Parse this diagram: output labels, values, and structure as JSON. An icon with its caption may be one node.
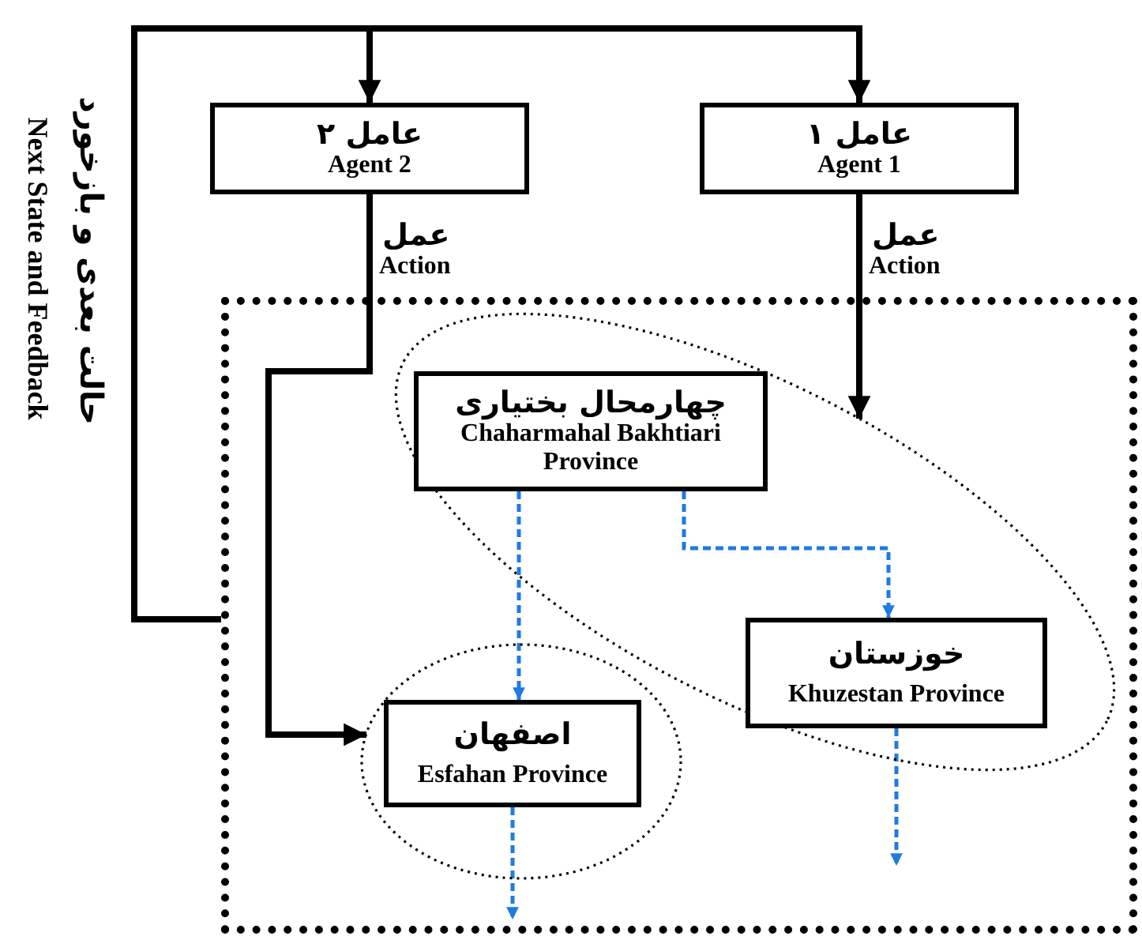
{
  "diagram": {
    "nodes": [
      {
        "text": [],
        "shape": "box"
      },
      {
        "text": [
          "عامل ۲",
          "Agent 2"
        ]
      },
      {
        "text": [
          "عامل ۱",
          "Agent 1"
        ]
      },
      {
        "text": [],
        "shape": "ellipse",
        "in": 0
      },
      {
        "text": [
          "چهارمحال بختیاری",
          "Chaharmahal Bakhtiari Province"
        ],
        "in": 3
      },
      {
        "text": [
          "خوزستان",
          "Khuzestan Province"
        ],
        "in": 3
      },
      {
        "text": [],
        "shape": "ellipse",
        "in": 0
      },
      {
        "text": [
          "اصفهان",
          "Esfahan Province"
        ],
        "in": 6
      }
    ],
    "edges": [
      {
        "from": 0,
        "to": 1,
        "arrow": "to"
      },
      {
        "from": 0,
        "to": 2,
        "arrow": "to"
      },
      {
        "from": 1,
        "to": 6,
        "arrow": "to"
      },
      {
        "from": 2,
        "to": 3,
        "arrow": "to"
      },
      {
        "from": 4,
        "to": 7,
        "arrow": "to",
        "style": "dashed",
        "color": "#1e7be0"
      },
      {
        "from": 4,
        "to": 5,
        "arrow": "to",
        "style": "dashed",
        "color": "#1e7be0"
      },
      {
        "from": 7,
        "to": null,
        "arrow": "to",
        "style": "dashed",
        "color": "#1e7be0"
      },
      {
        "from": 5,
        "to": null,
        "arrow": "to",
        "style": "dashed",
        "color": "#1e7be0"
      }
    ],
    "labels": [
      "حالت بعدی و بازخورد",
      "Next State and Feedback",
      "عمل",
      "Action",
      "عمل",
      "Action"
    ]
  }
}
